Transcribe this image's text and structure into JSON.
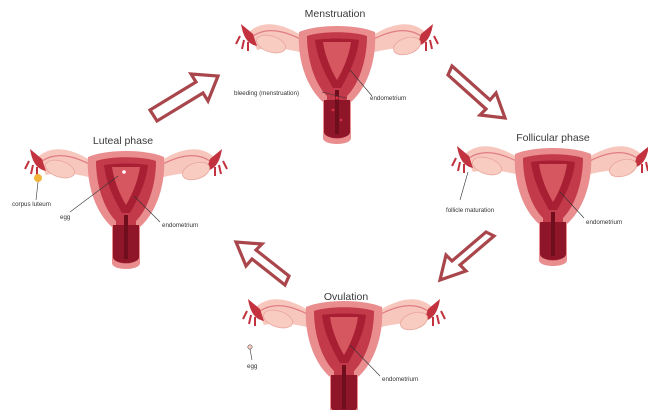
{
  "colors": {
    "body_outer": "#e98d8f",
    "body_inner": "#c33a4a",
    "lining": "#a81f34",
    "cervix": "#8f1628",
    "tube_light": "#f7c7bd",
    "tube_mid": "#f3a9a4",
    "fimbria": "#c2323f",
    "ovary": "#f8ccc0",
    "corpus_luteum": "#f2b53c",
    "arrow_stroke": "#a9464c"
  },
  "phases": {
    "menstruation": {
      "title": "Menstruation",
      "labels": [
        "bleeding (menstruation)",
        "endometrium"
      ]
    },
    "follicular": {
      "title": "Follicular phase",
      "labels": [
        "follicle maturation",
        "endometrium"
      ]
    },
    "ovulation": {
      "title": "Ovulation",
      "labels": [
        "egg",
        "endometrium"
      ]
    },
    "luteal": {
      "title": "Luteal phase",
      "labels": [
        "corpus luteum",
        "egg",
        "endometrium"
      ]
    }
  }
}
